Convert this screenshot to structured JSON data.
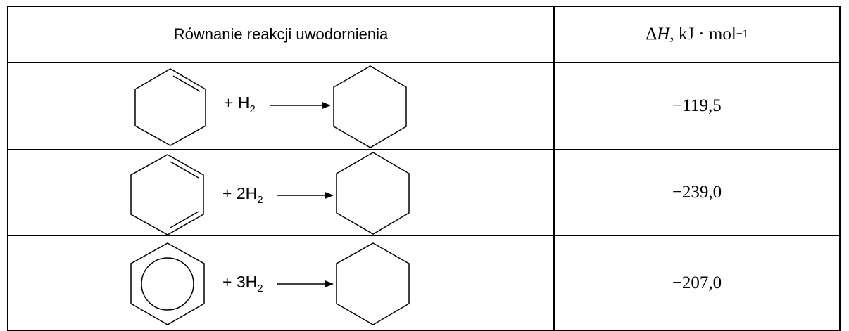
{
  "table": {
    "header": {
      "equation": "Równanie reakcji uwodornienia",
      "dh_prefix": "Δ",
      "dh_symbol": "H",
      "dh_units": ", kJ · mol",
      "dh_exp": "−1"
    },
    "rows": [
      {
        "reactant_name": "cyclohexene-icon",
        "coef": "+ H",
        "sub": "2",
        "product_name": "cyclohexane-icon",
        "value": "−119,5"
      },
      {
        "reactant_name": "cyclohexadiene-icon",
        "coef": "+ 2H",
        "sub": "2",
        "product_name": "cyclohexane-icon",
        "value": "−239,0"
      },
      {
        "reactant_name": "benzene-icon",
        "coef": "+ 3H",
        "sub": "2",
        "product_name": "cyclohexane-icon",
        "value": "−207,0"
      }
    ]
  }
}
